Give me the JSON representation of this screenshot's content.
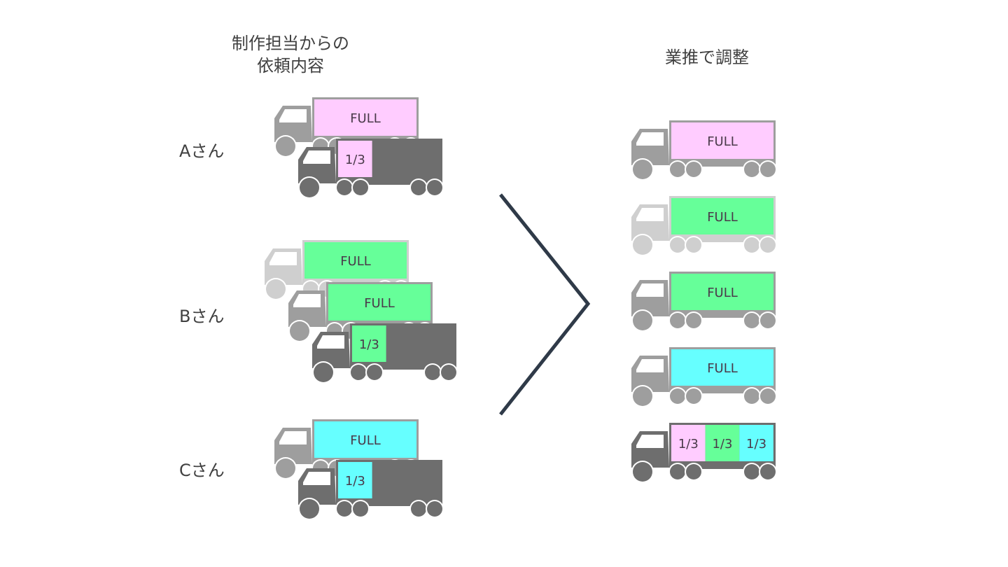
{
  "left_title": [
    "制作担当からの",
    "依頼内容"
  ],
  "right_title": "業推で調整",
  "colors": {
    "pink": "#ffccff",
    "green": "#66ff99",
    "cyan": "#66ffff",
    "truck_light": "#cfcfcf",
    "truck_mid": "#9e9e9e",
    "truck_dark": "#6e6e6e",
    "arrow": "#2f3a48"
  },
  "requests": [
    {
      "person": "Aさん",
      "trucks": [
        {
          "shade": "truck_mid",
          "cargo": [
            {
              "label": "FULL",
              "color": "pink",
              "fraction": 1
            }
          ]
        },
        {
          "shade": "truck_dark",
          "cargo": [
            {
              "label": "1/3",
              "color": "pink",
              "fraction": 0.333
            }
          ]
        }
      ]
    },
    {
      "person": "Bさん",
      "trucks": [
        {
          "shade": "truck_light",
          "cargo": [
            {
              "label": "FULL",
              "color": "green",
              "fraction": 1
            }
          ]
        },
        {
          "shade": "truck_mid",
          "cargo": [
            {
              "label": "FULL",
              "color": "green",
              "fraction": 1
            }
          ]
        },
        {
          "shade": "truck_dark",
          "cargo": [
            {
              "label": "1/3",
              "color": "green",
              "fraction": 0.333
            }
          ]
        }
      ]
    },
    {
      "person": "Cさん",
      "trucks": [
        {
          "shade": "truck_mid",
          "cargo": [
            {
              "label": "FULL",
              "color": "cyan",
              "fraction": 1
            }
          ]
        },
        {
          "shade": "truck_dark",
          "cargo": [
            {
              "label": "1/3",
              "color": "cyan",
              "fraction": 0.333
            }
          ]
        }
      ]
    }
  ],
  "adjusted": [
    {
      "shade": "truck_mid",
      "cargo": [
        {
          "label": "FULL",
          "color": "pink",
          "fraction": 1
        }
      ]
    },
    {
      "shade": "truck_light",
      "cargo": [
        {
          "label": "FULL",
          "color": "green",
          "fraction": 1
        }
      ]
    },
    {
      "shade": "truck_mid",
      "cargo": [
        {
          "label": "FULL",
          "color": "green",
          "fraction": 1
        }
      ]
    },
    {
      "shade": "truck_mid",
      "cargo": [
        {
          "label": "FULL",
          "color": "cyan",
          "fraction": 1
        }
      ]
    },
    {
      "shade": "truck_dark",
      "cargo": [
        {
          "label": "1/3",
          "color": "pink",
          "fraction": 0.333
        },
        {
          "label": "1/3",
          "color": "green",
          "fraction": 0.333
        },
        {
          "label": "1/3",
          "color": "cyan",
          "fraction": 0.333
        }
      ]
    }
  ]
}
